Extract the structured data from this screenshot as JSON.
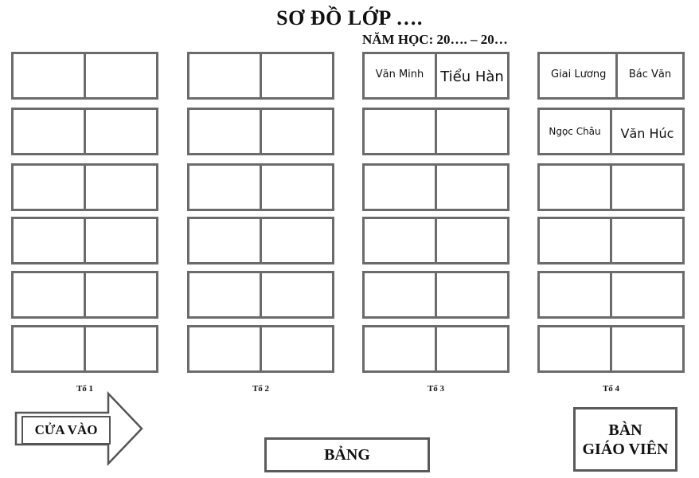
{
  "title": "SƠ ĐỒ LỚP ….",
  "subtitle": "NĂM HỌC: 20…. – 20…",
  "columns": [
    {
      "label": "Tổ 1",
      "desks": [
        [
          "",
          ""
        ],
        [
          "",
          ""
        ],
        [
          "",
          ""
        ],
        [
          "",
          ""
        ],
        [
          "",
          ""
        ],
        [
          "",
          ""
        ]
      ]
    },
    {
      "label": "Tổ 2",
      "desks": [
        [
          "",
          ""
        ],
        [
          "",
          ""
        ],
        [
          "",
          ""
        ],
        [
          "",
          ""
        ],
        [
          "",
          ""
        ],
        [
          "",
          ""
        ]
      ]
    },
    {
      "label": "Tổ 3",
      "desks": [
        [
          "Văn Minh",
          "Tiểu Hàn"
        ],
        [
          "",
          ""
        ],
        [
          "",
          ""
        ],
        [
          "",
          ""
        ],
        [
          "",
          ""
        ],
        [
          "",
          ""
        ]
      ]
    },
    {
      "label": "Tổ 4",
      "desks": [
        [
          "Giai Lương",
          "Bác Văn"
        ],
        [
          "Ngọc Châu",
          "Văn Húc"
        ],
        [
          "",
          ""
        ],
        [
          "",
          ""
        ],
        [
          "",
          ""
        ],
        [
          "",
          ""
        ]
      ]
    }
  ],
  "door_label": "CỬA VÀO",
  "board_label": "BẢNG",
  "teacher_desk_label": "BÀN\nGIÁO VIÊN",
  "colors": {
    "border": "#6b6b6b",
    "background": "#ffffff",
    "text": "#111111"
  }
}
